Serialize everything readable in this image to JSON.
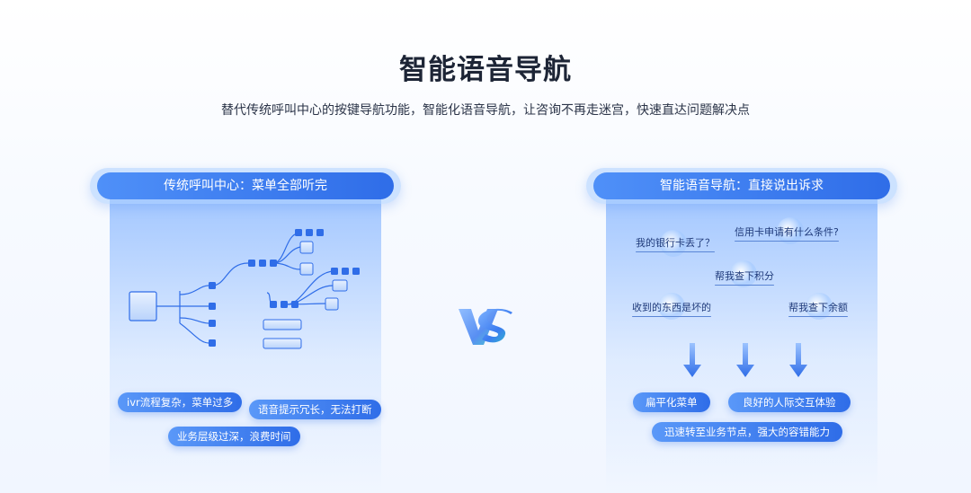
{
  "header": {
    "title": "智能语音导航",
    "subtitle": "替代传统呼叫中心的按键导航功能，智能化语音导航，让咨询不再走迷宫，快速直达问题解决点"
  },
  "left": {
    "heading": "传统呼叫中心：菜单全部听完",
    "tags": [
      "ivr流程复杂，菜单过多",
      "语音提示冗长，无法打断",
      "业务层级过深，浪费时间"
    ]
  },
  "vs": {
    "icon": "vs-logo-icon"
  },
  "right": {
    "heading": "智能语音导航：直接说出诉求",
    "queries": [
      "我的银行卡丢了？",
      "信用卡申请有什么条件?",
      "帮我查下积分",
      "收到的东西是坏的",
      "帮我查下余额"
    ],
    "tags": [
      "扁平化菜单",
      "良好的人际交互体验",
      "迅速转至业务节点，强大的容错能力"
    ]
  },
  "colors": {
    "accent": "#2f6de8",
    "accent_light": "#4f90f8",
    "panel": "#94beff"
  }
}
